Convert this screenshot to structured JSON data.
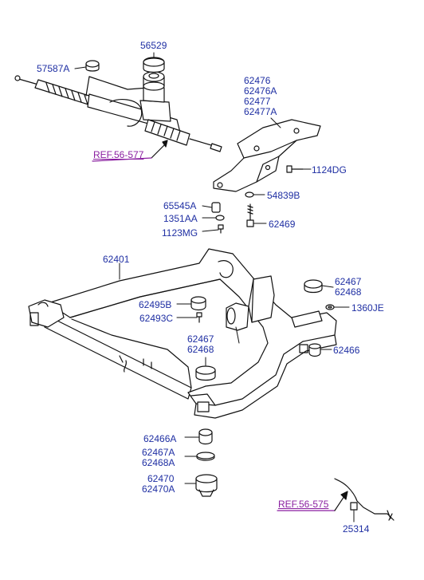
{
  "colors": {
    "part_number": "#1f2fa3",
    "reference_link": "#8a1fa0",
    "line_art": "#111111",
    "background": "#ffffff"
  },
  "labels": {
    "p56529": "56529",
    "p57587a": "57587A",
    "p62476": "62476",
    "p62476a": "62476A",
    "p62477": "62477",
    "p62477a": "62477A",
    "p1124dg": "1124DG",
    "p54839b": "54839B",
    "p65545a": "65545A",
    "p1351aa": "1351AA",
    "p62469": "62469",
    "p1123mg": "1123MG",
    "p62401": "62401",
    "p62467_r": "62467",
    "p62468_r": "62468",
    "p62495b": "62495B",
    "p1360je": "1360JE",
    "p62493c": "62493C",
    "p62467_c": "62467",
    "p62468_c": "62468",
    "p62466": "62466",
    "p62466a": "62466A",
    "p62467a": "62467A",
    "p62468a": "62468A",
    "p62470": "62470",
    "p62470a": "62470A",
    "p25314": "25314"
  },
  "references": {
    "ref_56_577": "REF.56-577",
    "ref_56_575": "REF.56-575"
  }
}
